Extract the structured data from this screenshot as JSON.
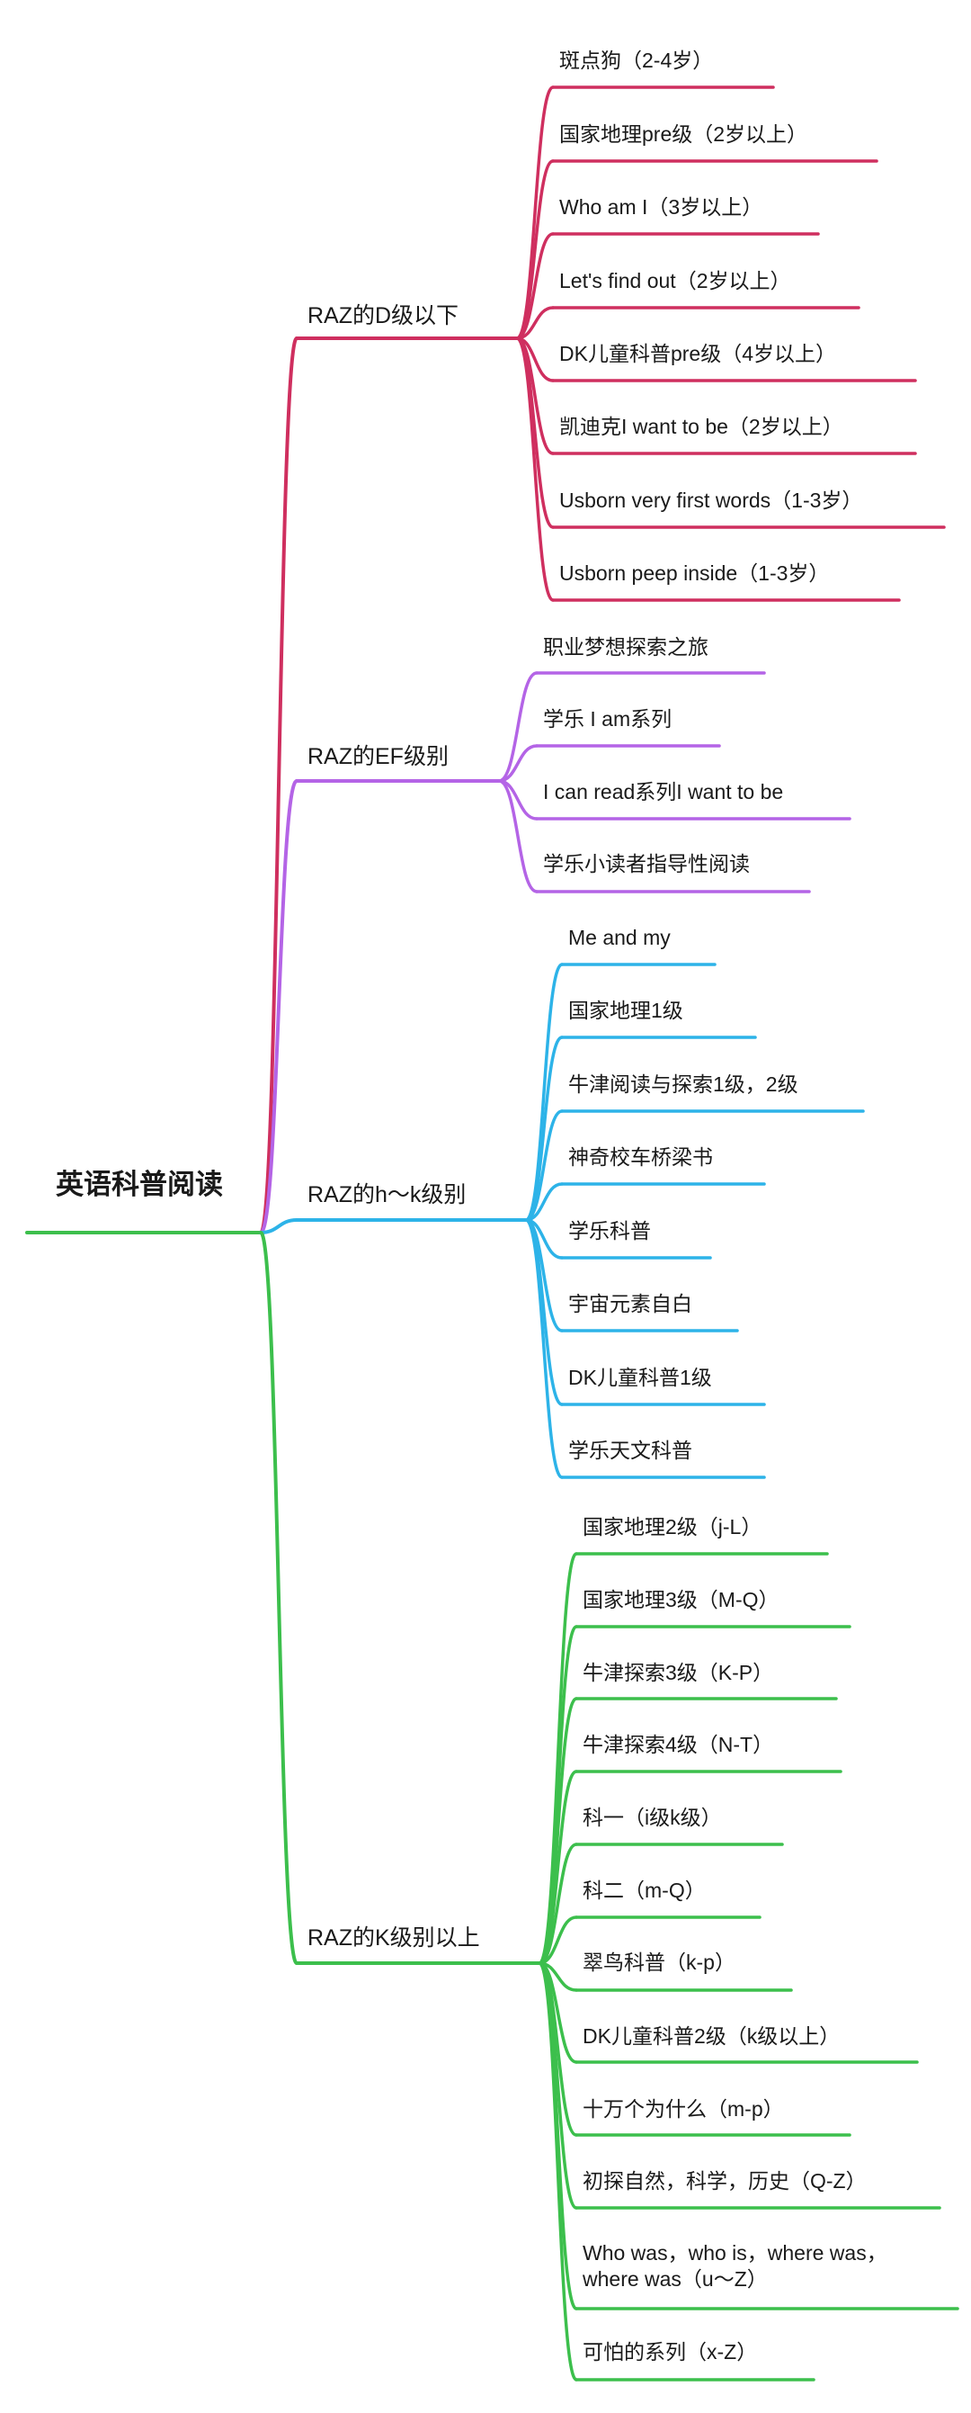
{
  "root": {
    "label": "英语科普阅读",
    "color": "#3cbf4c"
  },
  "branches": [
    {
      "label": "RAZ的D级以下",
      "color": "#cf2f5f",
      "leaves": [
        "斑点狗（2-4岁）",
        "国家地理pre级（2岁以上）",
        "Who am I（3岁以上）",
        "Let's find out（2岁以上）",
        "DK儿童科普pre级（4岁以上）",
        "凯迪克I want to be（2岁以上）",
        "Usborn very first words（1-3岁）",
        "Usborn peep inside（1-3岁）"
      ]
    },
    {
      "label": "RAZ的EF级别",
      "color": "#b464e6",
      "leaves": [
        "职业梦想探索之旅",
        "学乐 I am系列",
        "I can read系列I want to be",
        "学乐小读者指导性阅读"
      ]
    },
    {
      "label": "RAZ的h～k级别",
      "color": "#2db3e8",
      "leaves": [
        "Me and my",
        "国家地理1级",
        "牛津阅读与探索1级，2级",
        "神奇校车桥梁书",
        "学乐科普",
        "宇宙元素自白",
        "DK儿童科普1级",
        "学乐天文科普"
      ]
    },
    {
      "label": "RAZ的K级别以上",
      "color": "#3cbf4c",
      "leaves": [
        "国家地理2级（j-L）",
        "国家地理3级（M-Q）",
        "牛津探索3级（K-P）",
        "牛津探索4级（N-T）",
        "科一（i级k级）",
        "科二（m-Q）",
        "翠鸟科普（k-p）",
        "DK儿童科普2级（k级以上）",
        "十万个为什么（m-p）",
        "初探自然，科学，历史（Q-Z）",
        [
          "Who was，who is，where was，",
          "where was（u～Z）"
        ],
        "可怕的系列（x-Z）"
      ]
    }
  ]
}
